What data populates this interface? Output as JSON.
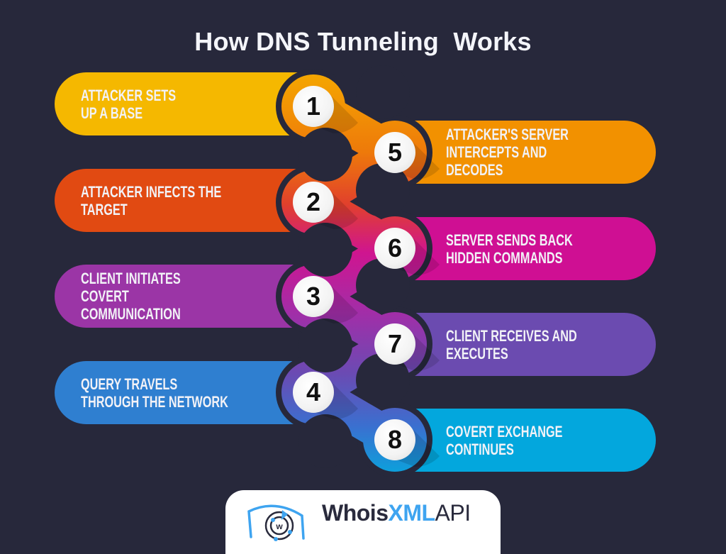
{
  "title": "How DNS Tunneling  Works",
  "steps": [
    {
      "number": "1",
      "text": "Attacker sets up a base",
      "lines": [
        "ATTACKER SETS",
        "UP A BASE"
      ],
      "color": "#f5b800",
      "side": "left"
    },
    {
      "number": "2",
      "text": "Attacker infects the target",
      "lines": [
        "ATTACKER INFECTS THE",
        "TARGET"
      ],
      "color": "#e14a12",
      "side": "left"
    },
    {
      "number": "3",
      "text": "Client initiates covert communication",
      "lines": [
        "CLIENT INITIATES",
        "COVERT",
        "COMMUNICATION"
      ],
      "color": "#9b35a6",
      "side": "left"
    },
    {
      "number": "4",
      "text": "Query travels through the network",
      "lines": [
        "QUERY TRAVELS",
        "THROUGH THE NETWORK"
      ],
      "color": "#2f7fd0",
      "side": "left"
    },
    {
      "number": "5",
      "text": "Attacker's server intercepts and decodes",
      "lines": [
        "ATTACKER'S SERVER",
        "INTERCEPTS AND",
        "DECODES"
      ],
      "color": "#f29100",
      "side": "right"
    },
    {
      "number": "6",
      "text": "Server sends back hidden commands",
      "lines": [
        "SERVER SENDS BACK",
        "HIDDEN COMMANDS"
      ],
      "color": "#cf0f93",
      "side": "right"
    },
    {
      "number": "7",
      "text": "Client receives and executes",
      "lines": [
        "CLIENT RECEIVES AND",
        "EXECUTES"
      ],
      "color": "#6b4bb0",
      "side": "right"
    },
    {
      "number": "8",
      "text": "Covert exchange continues",
      "lines": [
        "COVERT EXCHANGE",
        "CONTINUES"
      ],
      "color": "#03a7dd",
      "side": "right"
    }
  ],
  "logo": {
    "part1": "Whois",
    "part2": "XML",
    "part3": "API",
    "icon": "whoisxmlapi-radar-icon"
  },
  "colors": {
    "background": "#27283b",
    "text": "#f2f2f7",
    "logo_blue": "#3ea4f0"
  }
}
